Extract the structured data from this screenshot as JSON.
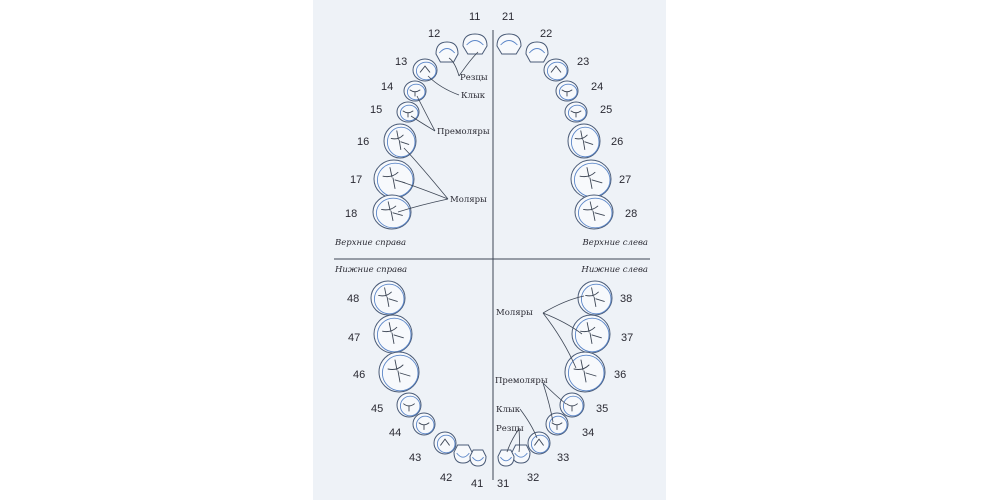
{
  "quadrants": {
    "upper_right": "Верхние справа",
    "upper_left": "Верхние слева",
    "lower_right": "Нижние справа",
    "lower_left": "Нижние слева"
  },
  "categories": {
    "upper": {
      "incisors": "Резцы",
      "canine": "Клык",
      "premolars": "Премоляры",
      "molars": "Моляры"
    },
    "lower": {
      "molars": "Моляры",
      "premolars": "Премоляры",
      "canine": "Клык",
      "incisors": "Резцы"
    }
  },
  "teeth": {
    "upper_right": [
      "11",
      "12",
      "13",
      "14",
      "15",
      "16",
      "17",
      "18"
    ],
    "upper_left": [
      "21",
      "22",
      "23",
      "24",
      "25",
      "26",
      "27",
      "28"
    ],
    "lower_right": [
      "48",
      "47",
      "46",
      "45",
      "44",
      "43",
      "42",
      "41"
    ],
    "lower_left": [
      "38",
      "37",
      "36",
      "35",
      "34",
      "33",
      "32",
      "31"
    ]
  },
  "colors": {
    "panel": "#eef2f7",
    "outline": "#4a5b77",
    "inner_outline": "#5b86c8",
    "text": "#2a2a33"
  }
}
